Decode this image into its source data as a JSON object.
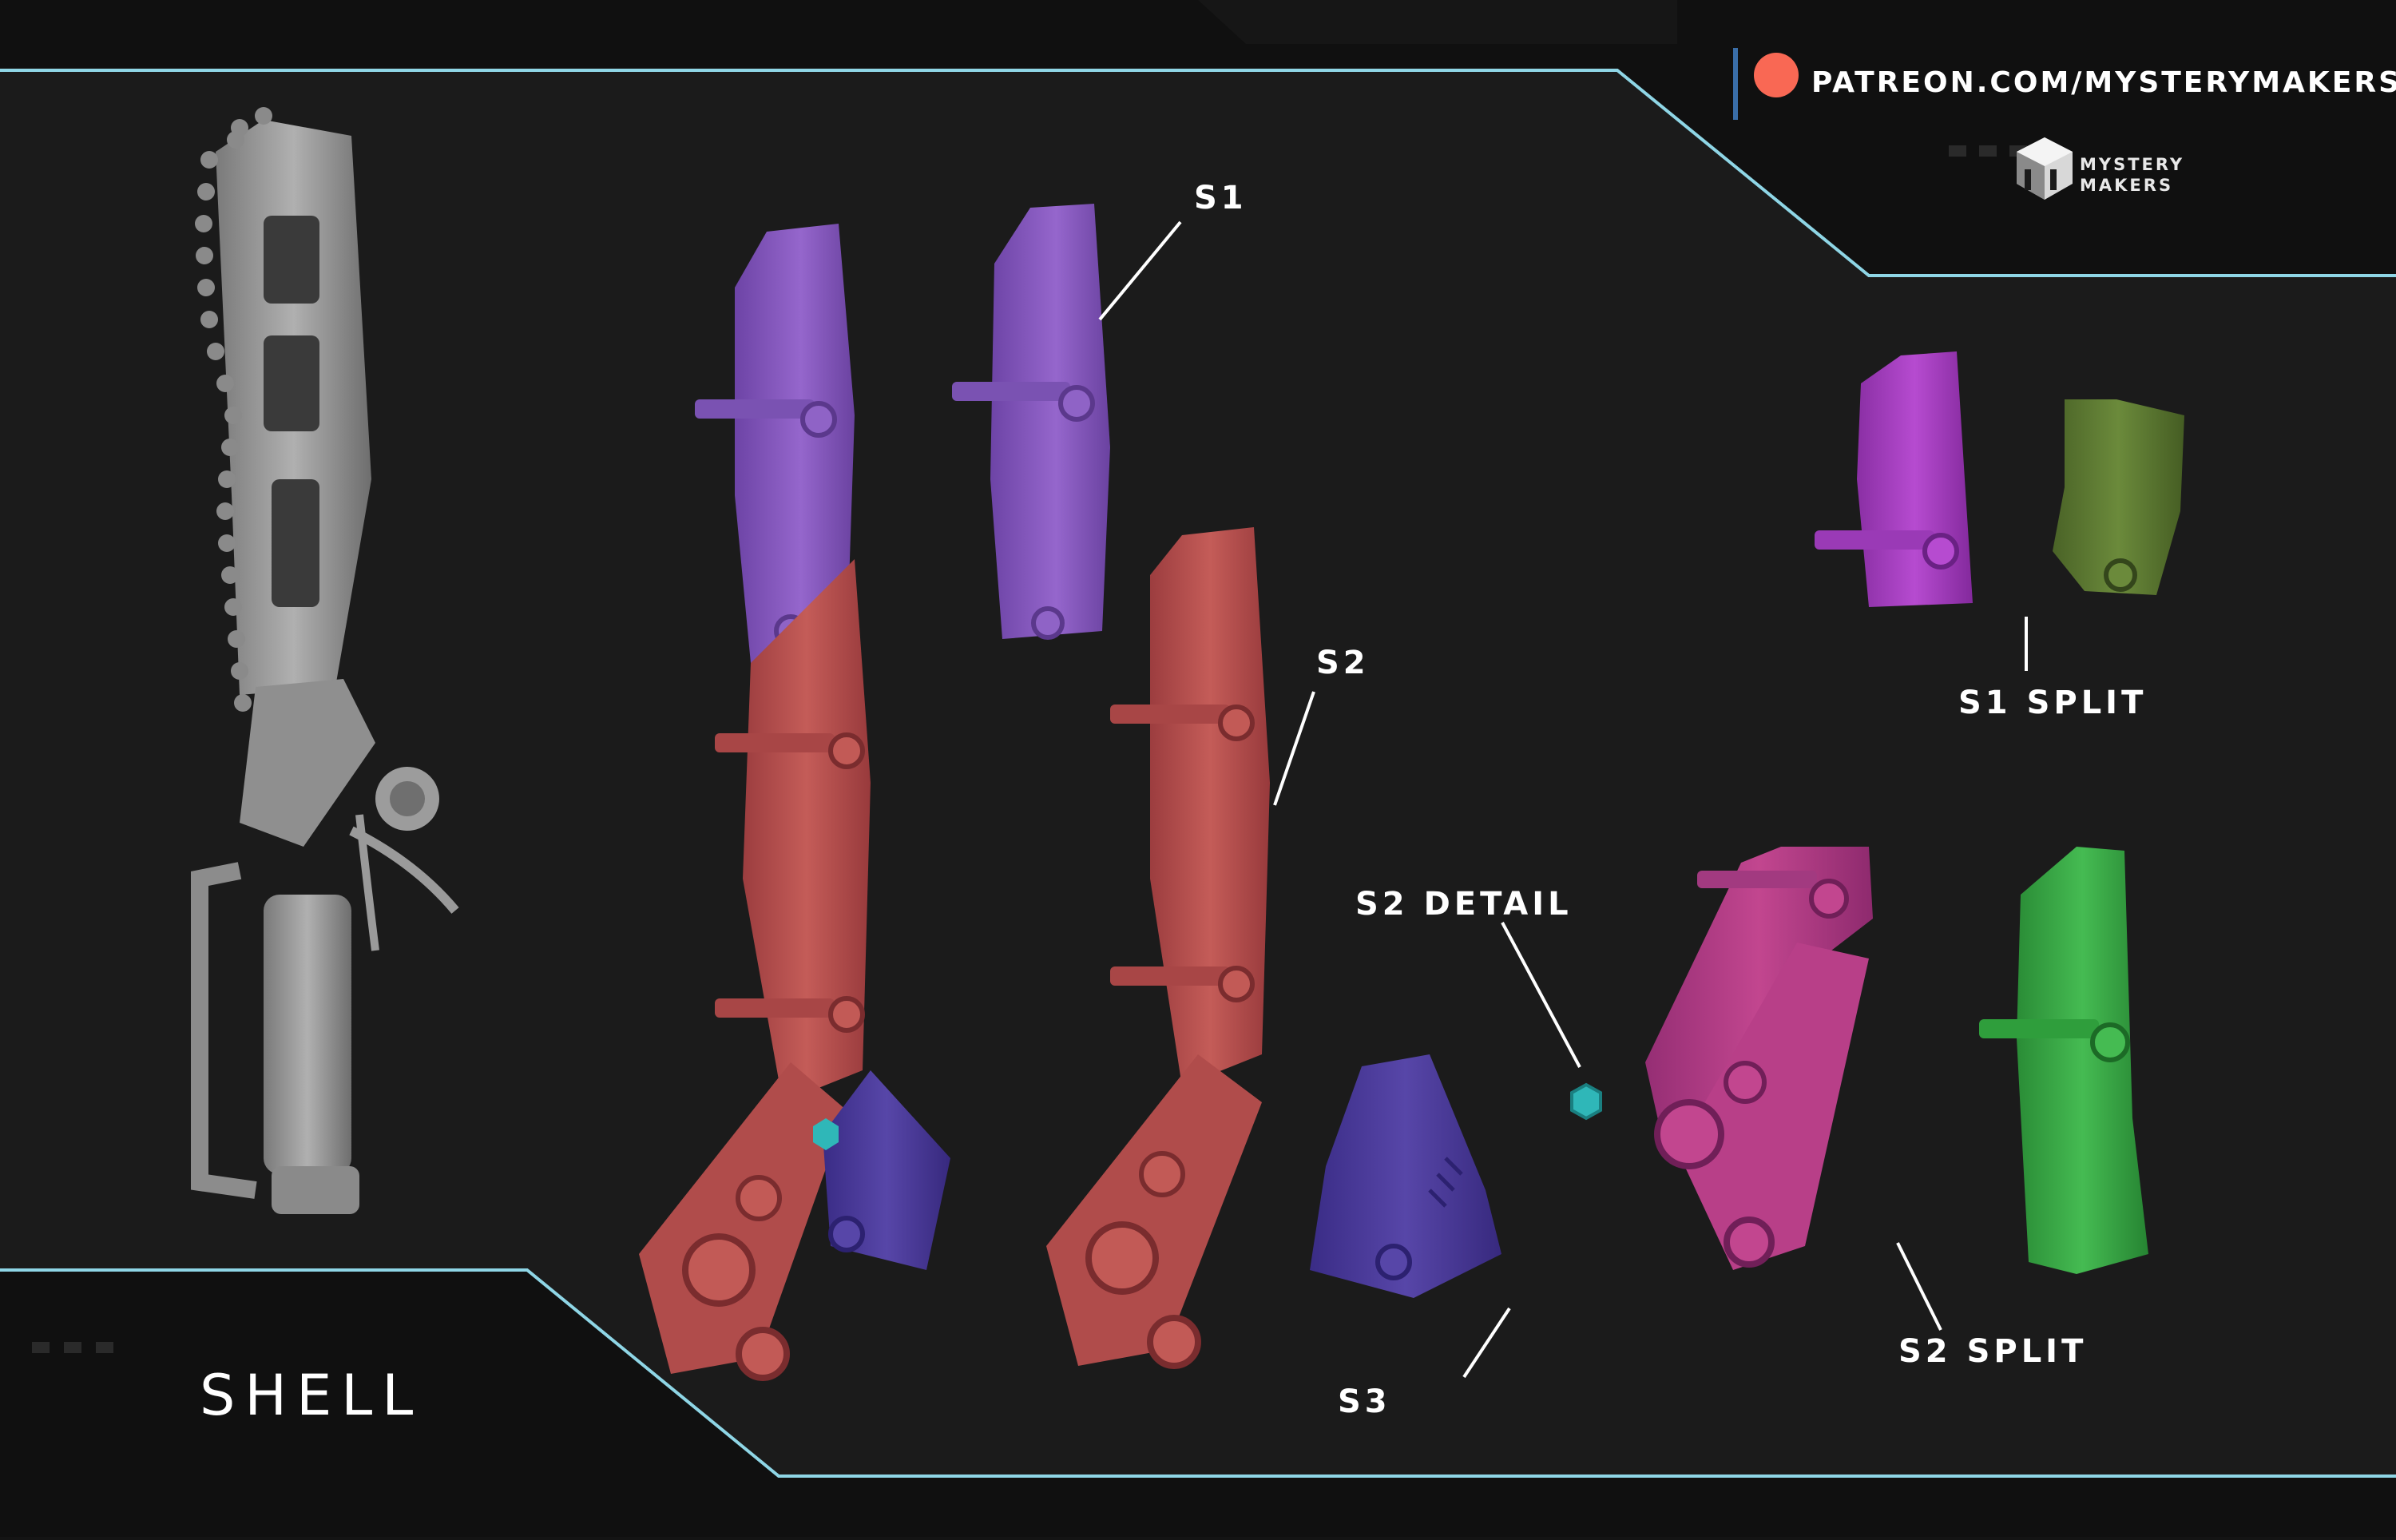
{
  "header": {
    "patreon_url": "PATREON.COM/MYSTERYMAKERS",
    "logo_line_1": "MYSTERY",
    "logo_line_2": "MAKERS"
  },
  "title": "SHELL",
  "labels": {
    "s1": "S1",
    "s2": "S2",
    "s3": "S3",
    "s2_detail": "S2 DETAIL",
    "s1_split": "S1 SPLIT",
    "s2_split": "S2 SPLIT"
  },
  "colors": {
    "background": "#1b1b1b",
    "frame_line": "#8fd6e6",
    "patreon_dot": "#f96854",
    "purple_part": "#8a5cc0",
    "red_part": "#b84e4e",
    "navy_part": "#4a3a9a",
    "magenta_part": "#b03a8a",
    "violet_part": "#a63bc0",
    "olive_part": "#5e7a33",
    "green_part": "#3aa845",
    "hex_nut": "#2fb7b8",
    "sculpt_grey": "#9a9a9a"
  }
}
